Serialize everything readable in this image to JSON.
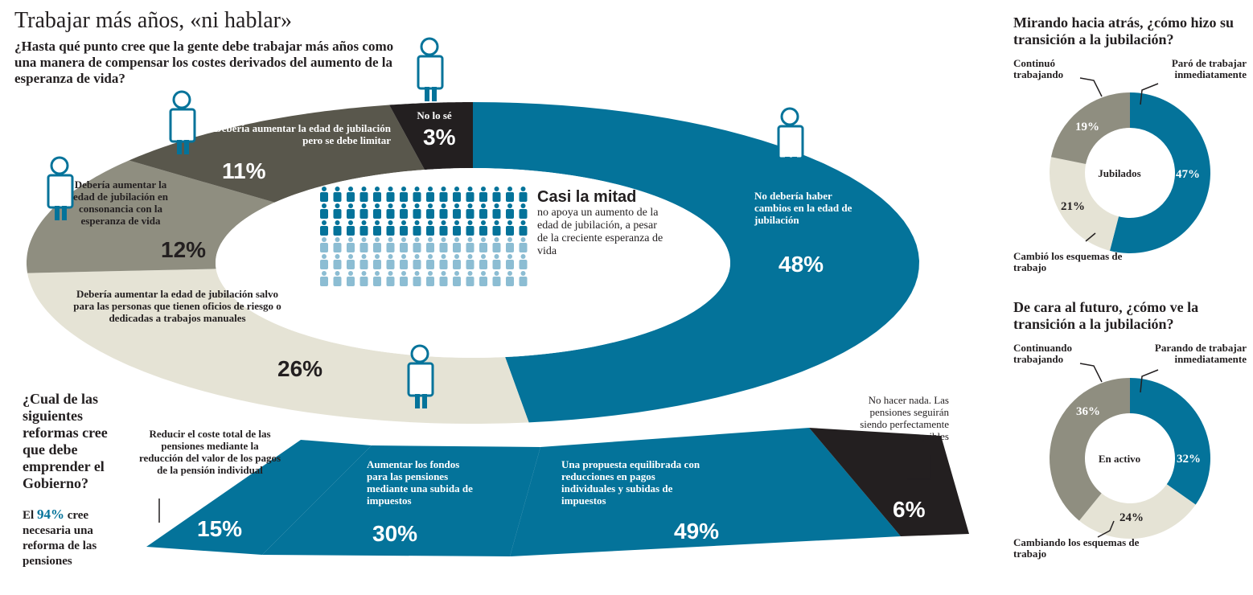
{
  "header": {
    "title": "Trabajar más años, «ni hablar»",
    "question": "¿Hasta qué punto cree que la gente debe trabajar más años como una manera de compensar los costes derivados del aumento de la esperanza de vida?"
  },
  "center": {
    "headline": "Casi la mitad",
    "text": "no apoya un aumento de la edad de jubilación, a pesar de la creciente esperanza de vida"
  },
  "reforms": {
    "question": "¿Cual de las siguientes reformas cree que debe emprender el Gobierno?",
    "note_prefix": "El",
    "note_highlight": "94%",
    "note_suffix": "cree necesaria una reforma de las pensiones"
  },
  "retired": {
    "title": "Mirando hacia atrás, ¿cómo hizo su transición a la jubilación?",
    "center": "Jubilados"
  },
  "active": {
    "title": "De cara al futuro, ¿cómo ve la transición a la jubilación?",
    "center": "En activo"
  },
  "colors": {
    "blue": "#04739a",
    "dark": "#59574c",
    "gray": "#8f8e80",
    "light": "#e5e3d5",
    "black": "#231f20"
  },
  "chart_data": [
    {
      "type": "pie",
      "categories": [
        "No debería haber cambios en la edad de jubilación",
        "Debería aumentar la edad de jubilación salvo para las personas que tienen oficios de riesgo o dedicadas a trabajos manuales",
        "Debería aumentar la edad de jubilación en consonancia con la esperanza de vida",
        "Debería aumentar la edad de jubilación pero se debe limitar",
        "No lo sé"
      ],
      "values": [
        48,
        26,
        12,
        11,
        3
      ],
      "value_labels": [
        "48%",
        "26%",
        "12%",
        "11%",
        "3%"
      ]
    },
    {
      "type": "bar",
      "categories": [
        "Reducir el coste total de las pensiones mediante la reducción del valor de los pagos de la pensión individual",
        "Aumentar los fondos para las pensiones mediante una subida de impuestos",
        "Una propuesta equilibrada con reducciones en pagos individuales y subidas de impuestos",
        "No hacer nada. Las pensiones seguirán siendo perfectamente asequibles"
      ],
      "values": [
        15,
        30,
        49,
        6
      ],
      "value_labels": [
        "15%",
        "30%",
        "49%",
        "6%"
      ]
    },
    {
      "type": "pie",
      "categories": [
        "Paró de trabajar inmediatamente",
        "Cambió los esquemas de trabajo",
        "Continuó trabajando"
      ],
      "values": [
        47,
        21,
        19
      ],
      "value_labels": [
        "47%",
        "21%",
        "19%"
      ]
    },
    {
      "type": "pie",
      "categories": [
        "Parando de trabajar inmediatamente",
        "Cambiando los esquemas de trabajo",
        "Continuando trabajando"
      ],
      "values": [
        32,
        24,
        36
      ],
      "value_labels": [
        "32%",
        "24%",
        "36%"
      ]
    }
  ]
}
